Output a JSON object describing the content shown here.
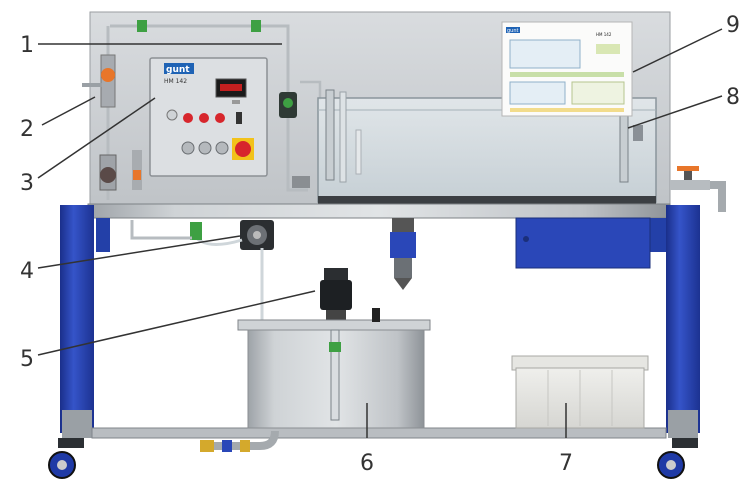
{
  "brand": {
    "logo_text": "gunt",
    "model": "HM 142"
  },
  "poster": {
    "logo_text": "gunt",
    "model": "HM 142"
  },
  "callouts": [
    "1",
    "2",
    "3",
    "4",
    "5",
    "6",
    "7",
    "8",
    "9"
  ],
  "colors": {
    "frame_blue": "#2a47b8",
    "panel_grey": "#c9cdd1",
    "tank_metal": "#b8bcc0",
    "valve_orange": "#e8762a",
    "switch_red": "#d7262c",
    "switch_yellow": "#f2c21a",
    "flowmeter_green": "#3ea043",
    "brand_blue": "#1f63b5"
  }
}
